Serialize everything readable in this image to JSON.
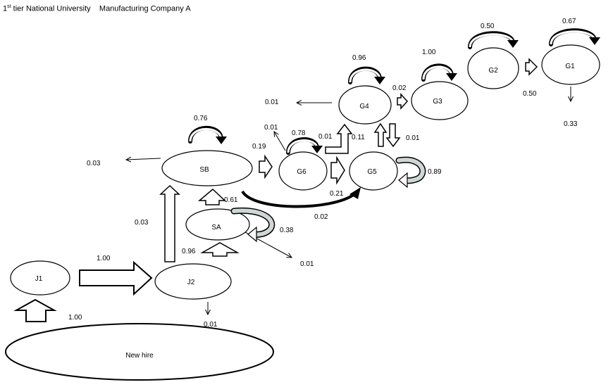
{
  "header": {
    "university_prefix": "1",
    "university_sup": "st",
    "university_rest": " tier National University",
    "company": "Manufacturing Company A"
  },
  "nodes": {
    "j1": "J1",
    "j2": "J2",
    "sa": "SA",
    "sb": "SB",
    "g6": "G6",
    "g5": "G5",
    "g4": "G4",
    "g3": "G3",
    "g2": "G2",
    "g1": "G1",
    "new_hire": "New hire"
  },
  "probabilities": {
    "new_hire_to_j1": "1.00",
    "j1_to_j2": "1.00",
    "j2_exit": "0.01",
    "j2_to_sa": "0.96",
    "j2_to_sb": "0.03",
    "sa_self": "0.38",
    "sa_exit": "0.01",
    "sa_to_sb": "0.61",
    "sb_exit": "0.03",
    "sb_self": "0.76",
    "sb_to_g6": "0.19",
    "sb_to_g5": "0.02",
    "g6_exit": "0.01",
    "g6_self": "0.78",
    "g6_to_g5": "0.21",
    "g6_to_g4": "0.01",
    "g5_to_g4": "0.11",
    "g4_to_g5": "0.01",
    "g5_self": "0.89",
    "g4_exit": "0.01",
    "g4_self": "0.96",
    "g4_to_g3": "0.02",
    "g3_self": "1.00",
    "g2_self": "0.50",
    "g2_to_g1": "0.50",
    "g1_self": "0.67",
    "g1_exit": "0.33"
  }
}
